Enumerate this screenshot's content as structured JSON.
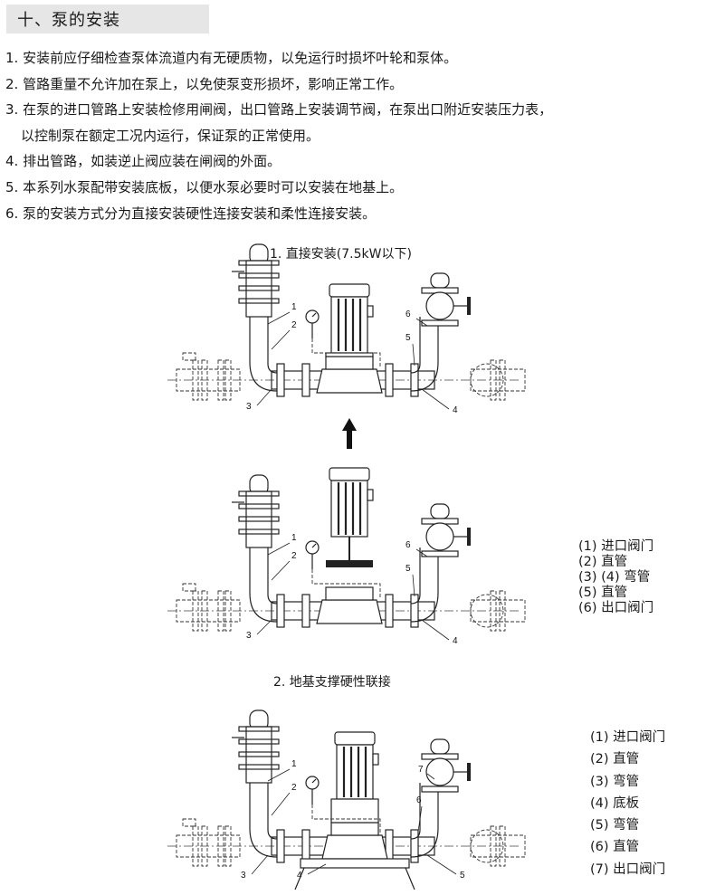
{
  "section": {
    "title": "十、泵的安装"
  },
  "steps": [
    "1. 安装前应仔细检查泵体流道内有无硬质物，以免运行时损坏叶轮和泵体。",
    "2. 管路重量不允许加在泵上，以免使泵变形损坏，影响正常工作。",
    "3. 在泵的进口管路上安装检修用闸阀，出口管路上安装调节阀，在泵出口附近安装压力表，",
    "以控制泵在额定工况内运行，保证泵的正常使用。",
    "4. 排出管路，如装逆止阀应装在闸阀的外面。",
    "5. 本系列水泵配带安装底板，以便水泵必要时可以安装在地基上。",
    "6. 泵的安装方式分为直接安装硬性连接安装和柔性连接安装。"
  ],
  "figure1": {
    "caption": "1. 直接安装(7.5kW以下)"
  },
  "figure2": {
    "caption": "2. 地基支撑硬性联接"
  },
  "legend1": [
    "(1)  进口阀门",
    "(2)  直管",
    "(3)  (4)  弯管",
    "(5)  直管",
    "(6)  出口阀门"
  ],
  "legend2": [
    "(1)  进口阀门",
    "(2)  直管",
    "(3)  弯管",
    "(4)  底板",
    "(5)  弯管",
    "(6)  直管",
    "(7)  出口阀门"
  ],
  "diagram_a_labels": [
    "1",
    "2",
    "3",
    "4",
    "5",
    "6"
  ],
  "diagram_b_labels": [
    "1",
    "2",
    "3",
    "4",
    "5",
    "6"
  ],
  "diagram_c_labels": [
    "1",
    "2",
    "3",
    "4",
    "5",
    "6",
    "7"
  ]
}
